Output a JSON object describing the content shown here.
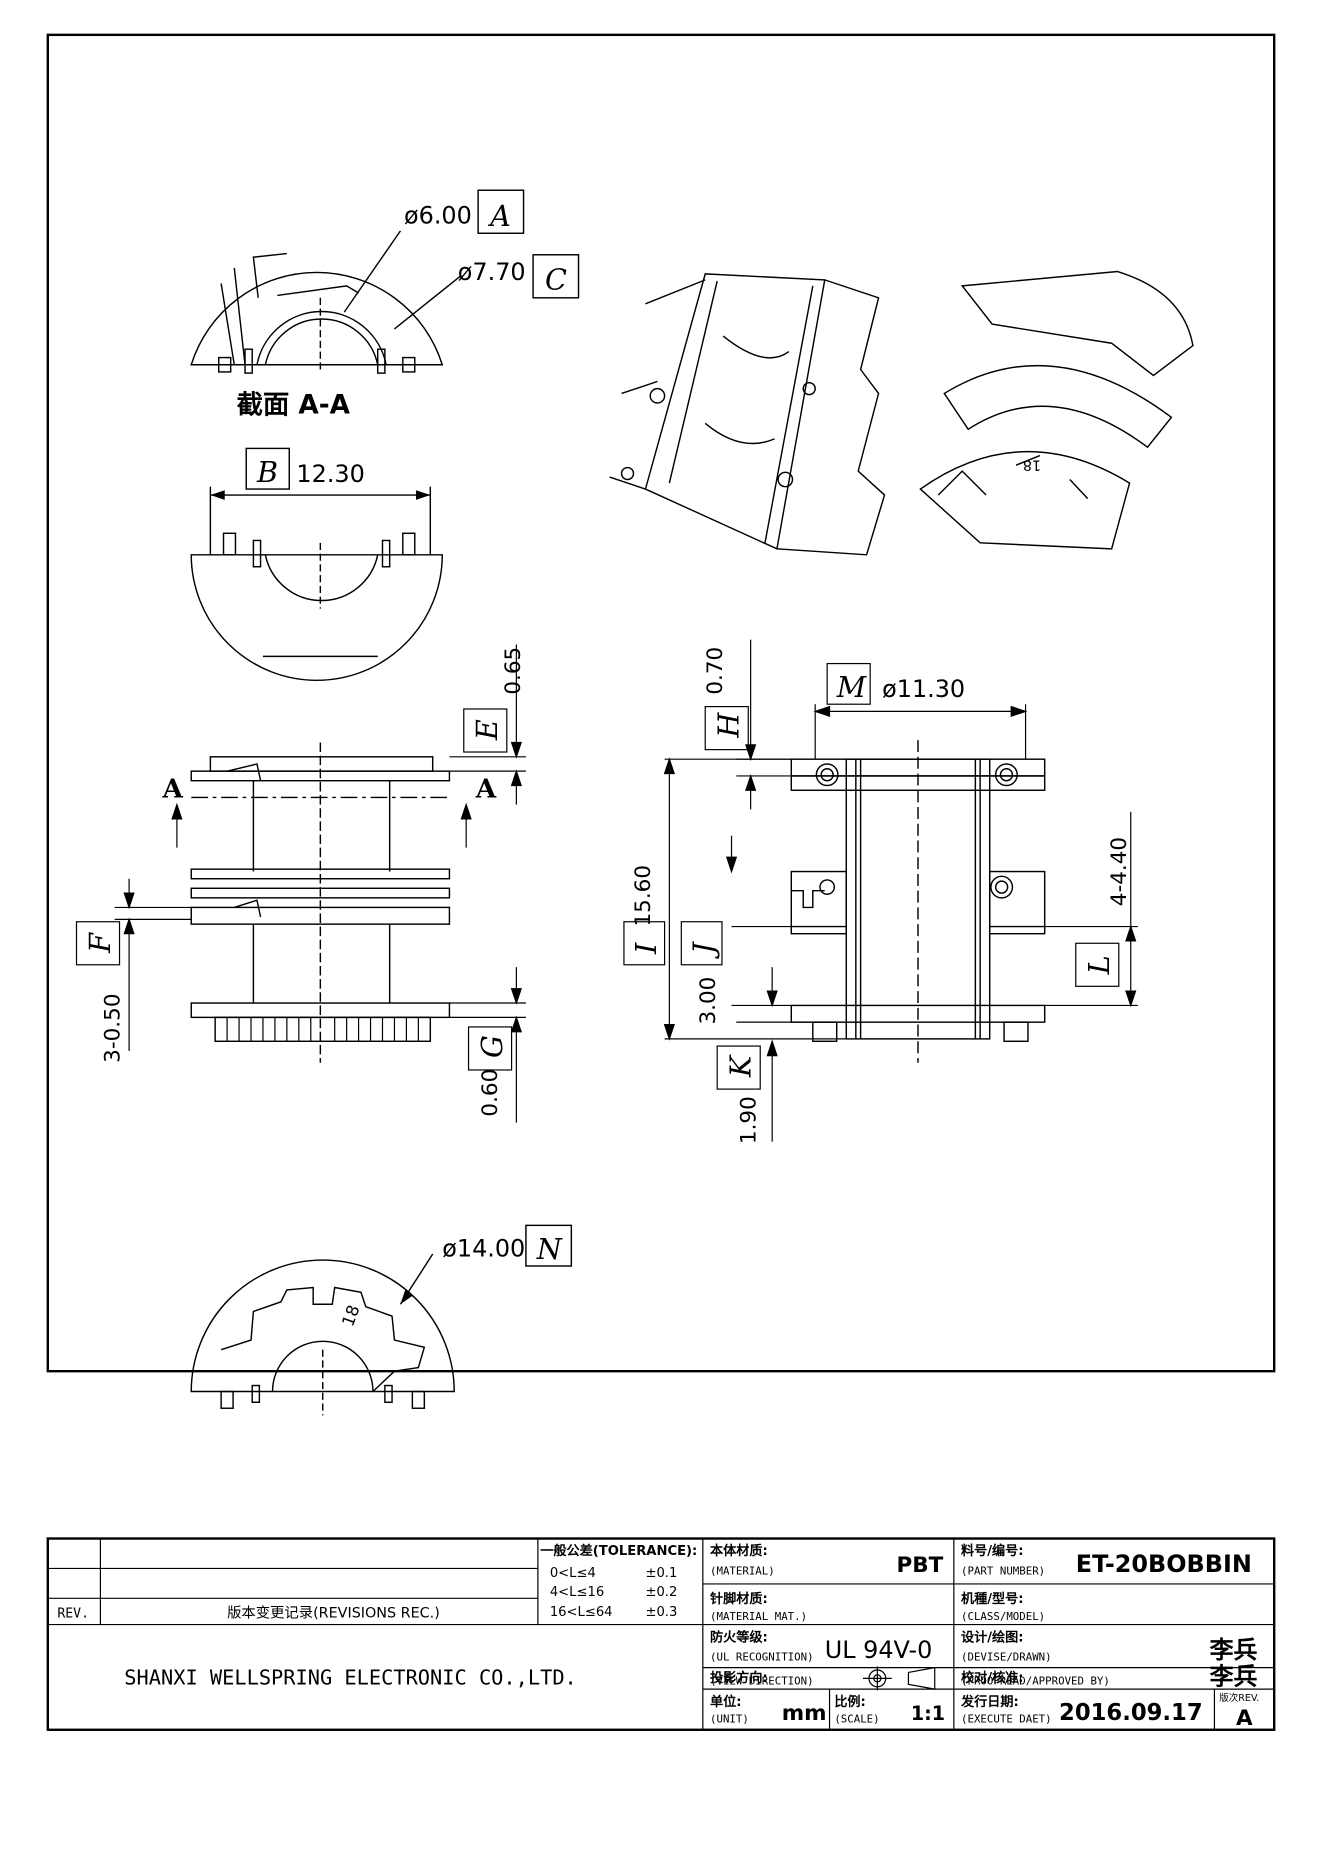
{
  "views": {
    "section_label": "截面 A-A",
    "section_arrow_letter": "A"
  },
  "dimensions": [
    {
      "id": "A",
      "value": "ø6.00"
    },
    {
      "id": "C",
      "value": "ø7.70"
    },
    {
      "id": "B",
      "value": "12.30"
    },
    {
      "id": "E",
      "value": "0.65"
    },
    {
      "id": "F",
      "value": "3-0.50"
    },
    {
      "id": "G",
      "value": "0.60"
    },
    {
      "id": "H",
      "value": "0.70"
    },
    {
      "id": "M",
      "value": "ø11.30"
    },
    {
      "id": "I",
      "value": "15.60"
    },
    {
      "id": "J",
      "value": "3.00"
    },
    {
      "id": "K",
      "value": "1.90"
    },
    {
      "id": "L",
      "value": "4-4.40"
    },
    {
      "id": "N",
      "value": "ø14.00"
    }
  ],
  "pin_marking": "18",
  "title_block": {
    "rev_label": "REV.",
    "revisions_label": "版本变更记录(REVISIONS REC.)",
    "tolerance": {
      "title": "一般公差(TOLERANCE):",
      "rows": [
        {
          "range": "0<L≤4",
          "tol": "±0.1"
        },
        {
          "range": "4<L≤16",
          "tol": "±0.2"
        },
        {
          "range": "16<L≤64",
          "tol": "±0.3"
        }
      ]
    },
    "company": "SHANXI WELLSPRING ELECTRONIC CO.,LTD.",
    "material": {
      "label_cn": "本体材质:",
      "label_en": "(MATERIAL)",
      "value": "PBT"
    },
    "pin_material": {
      "label_cn": "针脚材质:",
      "label_en": "(MATERIAL MAT.)",
      "value": ""
    },
    "ul": {
      "label_cn": "防火等级:",
      "label_en": "(UL RECOGNITION)",
      "value": "UL 94V-0"
    },
    "view_direction": {
      "label_cn": "投影方向:",
      "label_en": "(VIEW DIRECTION)"
    },
    "unit": {
      "label_cn": "单位:",
      "label_en": "(UNIT)",
      "value": "mm"
    },
    "scale": {
      "label_cn": "比例:",
      "label_en": "(SCALE)",
      "value": "1:1"
    },
    "part_number": {
      "label_cn": "料号/编号:",
      "label_en": "(PART NUMBER)",
      "value": "ET-20BOBBIN"
    },
    "class_model": {
      "label_cn": "机種/型号:",
      "label_en": "(CLASS/MODEL)",
      "value": ""
    },
    "design": {
      "label_cn": "设计/绘图:",
      "label_en": "(DEVISE/DRAWN)",
      "value": "李兵"
    },
    "approved": {
      "label_cn": "校对/核准:",
      "label_en": "(PROOFREAD/APPROVED BY)",
      "value": "李兵"
    },
    "date": {
      "label_cn": "发行日期:",
      "label_en": "(EXECUTE DAET)",
      "value": "2016.09.17"
    },
    "revision": {
      "label": "版次REV.",
      "value": "A"
    }
  }
}
